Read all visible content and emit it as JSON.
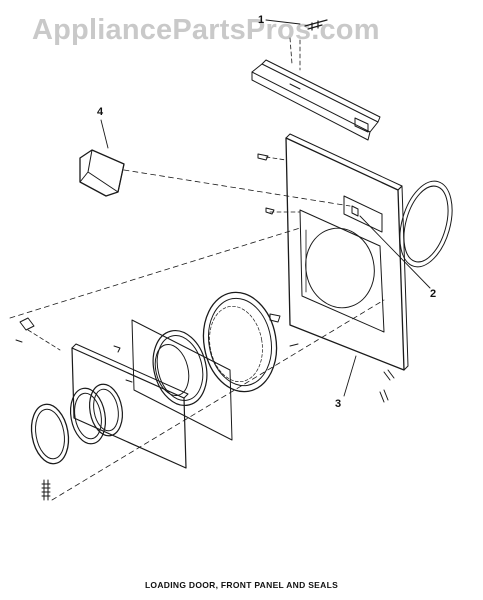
{
  "watermark": "AppliancePartsPros.com",
  "callouts": {
    "c1": "1",
    "c2": "2",
    "c3": "3",
    "c4": "4"
  },
  "caption": "LOADING DOOR, FRONT PANEL AND SEALS",
  "colors": {
    "line": "#1a1a1a",
    "watermark": "#c9c9c9",
    "background": "#ffffff"
  }
}
